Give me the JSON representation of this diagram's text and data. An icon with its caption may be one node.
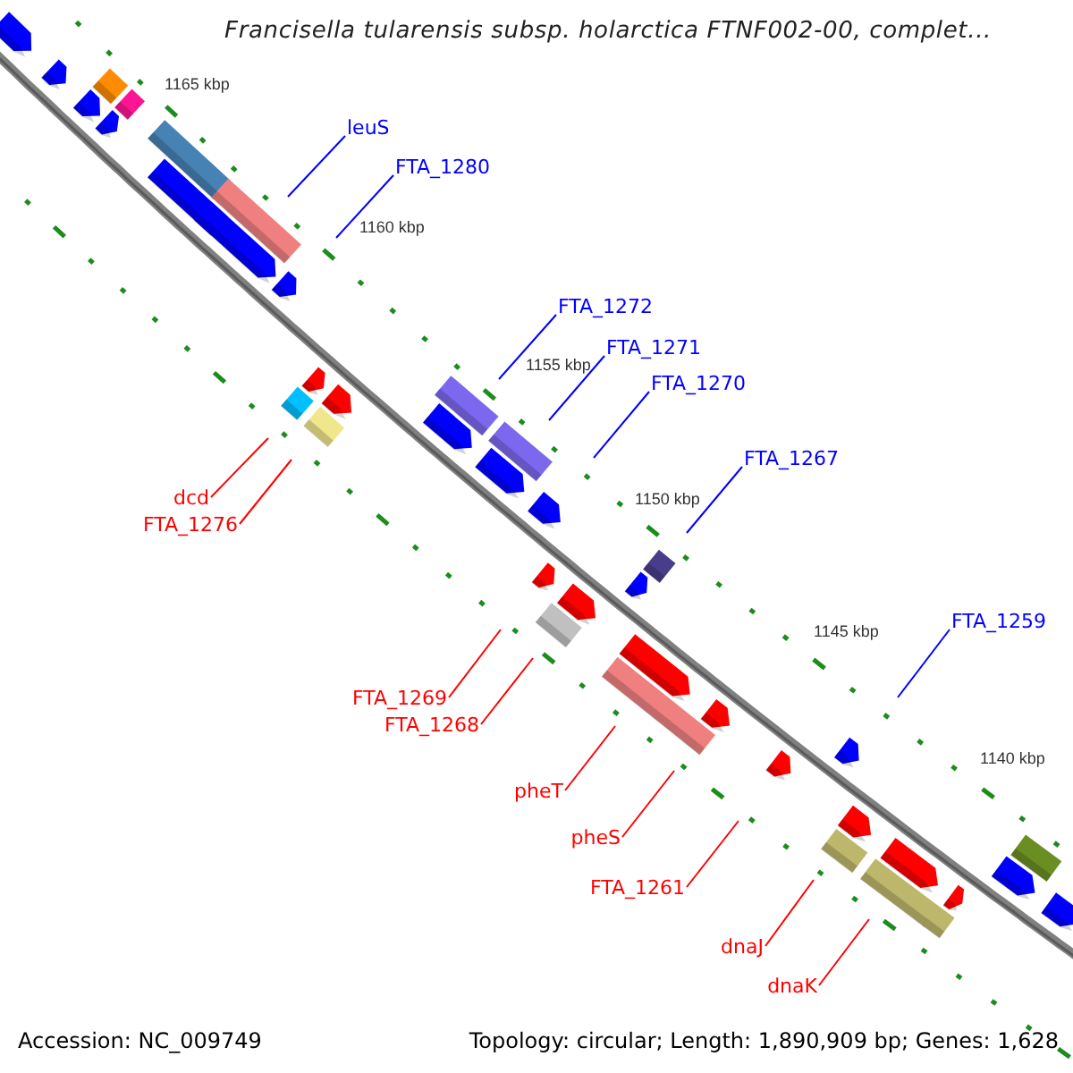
{
  "diagram": {
    "title": "Francisella tularensis subsp. holarctica FTNF002-00, complet...",
    "nodes": [
      {
        "text": [
          "leuS"
        ]
      },
      {
        "text": [
          "FTA_1280"
        ]
      },
      {
        "text": [
          "FTA_1272"
        ]
      },
      {
        "text": [
          "FTA_1271"
        ]
      },
      {
        "text": [
          "FTA_1270"
        ]
      },
      {
        "text": [
          "FTA_1267"
        ]
      },
      {
        "text": [
          "dcd"
        ]
      },
      {
        "text": [
          "FTA_1276"
        ]
      },
      {
        "text": [
          "FTA_1259"
        ]
      },
      {
        "text": [
          "FTA_1269"
        ]
      },
      {
        "text": [
          "FTA_1268"
        ]
      },
      {
        "text": [
          "pheT"
        ]
      },
      {
        "text": [
          "pheS"
        ]
      },
      {
        "text": [
          "FTA_1261"
        ]
      },
      {
        "text": [
          "dnaJ"
        ]
      },
      {
        "text": [
          "dnaK"
        ]
      }
    ],
    "edges": [
      {
        "from": 0,
        "to": null,
        "arrow": "none",
        "color": "#0000ff"
      },
      {
        "from": 1,
        "to": null,
        "arrow": "none",
        "color": "#0000ff"
      },
      {
        "from": 2,
        "to": null,
        "arrow": "none",
        "color": "#0000ff"
      },
      {
        "from": 3,
        "to": null,
        "arrow": "none",
        "color": "#0000ff"
      },
      {
        "from": 4,
        "to": null,
        "arrow": "none",
        "color": "#0000ff"
      },
      {
        "from": 5,
        "to": null,
        "arrow": "none",
        "color": "#0000ff"
      },
      {
        "from": 6,
        "to": null,
        "arrow": "none"
      },
      {
        "from": 7,
        "to": null,
        "arrow": "none"
      },
      {
        "from": 8,
        "to": null,
        "arrow": "none",
        "color": "#0000ff"
      },
      {
        "from": 9,
        "to": null,
        "arrow": "none"
      },
      {
        "from": 10,
        "to": null,
        "arrow": "none"
      },
      {
        "from": 11,
        "to": null,
        "arrow": "none"
      },
      {
        "from": 12,
        "to": null,
        "arrow": "none"
      },
      {
        "from": 13,
        "to": null,
        "arrow": "none"
      },
      {
        "from": 14,
        "to": null,
        "arrow": "none"
      },
      {
        "from": 15,
        "to": null,
        "arrow": "none"
      }
    ],
    "labels": [
      "1165 kbp",
      "1160 kbp",
      "1155 kbp",
      "1150 kbp",
      "1145 kbp",
      "1140 kbp",
      "Accession: NC_009749",
      "Topology: circular; Length: 1,890,909 bp; Genes: 1,628"
    ]
  }
}
